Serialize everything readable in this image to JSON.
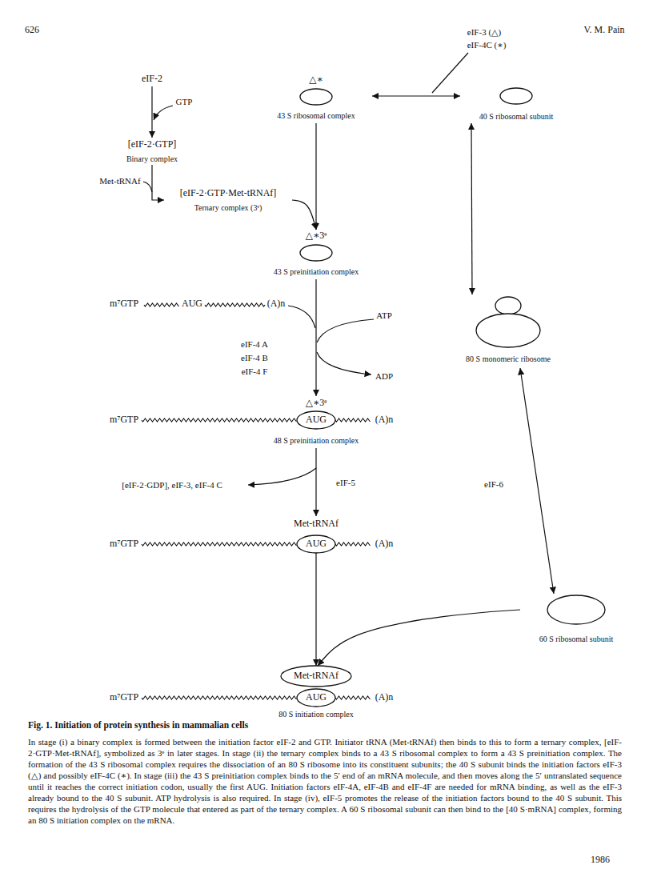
{
  "diagram": {
    "title": "Fig. 1. Initiation of protein synthesis in mammalian cells",
    "caption": "In stage (i) a binary complex is formed between the initiation factor eIF-2 and GTP. Initiator tRNA (Met-tRNAf) then binds to this to form a ternary complex, [eIF-2·GTP·Met-tRNAf], symbolized as 3ᵉ in later stages. In stage (ii) the ternary complex binds to a 43 S ribosomal complex to form a 43 S preinitiation complex. The formation of the 43 S ribosomal complex requires the dissociation of an 80 S ribosome into its constituent subunits; the 40 S subunit binds the initiation factors eIF-3 (△) and possibly eIF-4C (∗). In stage (iii) the 43 S preinitiation complex binds to the 5′ end of an mRNA molecule, and then moves along the 5′ untranslated sequence until it reaches the correct initiation codon, usually the first AUG. Initiation factors eIF-4A, eIF-4B and eIF-4F are needed for mRNA binding, as well as the eIF-3 already bound to the 40 S subunit. ATP hydrolysis is also required. In stage (iv), eIF-5 promotes the release of the initiation factors bound to the 40 S subunit. This requires the hydrolysis of the GTP molecule that entered as part of the ternary complex. A 60 S ribosomal subunit can then bind to the [40 S·mRNA] complex, forming an 80 S initiation complex on the mRNA.",
    "nodes": [
      {
        "text": [
          "eIF-2"
        ]
      },
      {
        "text": [
          "[eIF-2·GTP]",
          "Binary complex"
        ]
      },
      {
        "text": [
          "[eIF-2·GTP·Met-tRNAf]",
          "Ternary complex (3ᵉ)"
        ]
      },
      {
        "text": [
          "△∗",
          "43 S ribosomal complex"
        ]
      },
      {
        "text": [
          "40 S ribosomal subunit"
        ]
      },
      {
        "text": [
          "△∗3ᵉ",
          "43 S preinitiation complex"
        ]
      },
      {
        "text": [
          "△∗3ᵉ",
          "m⁷GTP",
          "AUG",
          "(A)n",
          "48 S preinitiation complex"
        ]
      },
      {
        "text": [
          "Met-tRNAf",
          "m⁷GTP",
          "AUG",
          "(A)n"
        ]
      },
      {
        "text": [
          "Met-tRNAf",
          "m⁷GTP",
          "AUG",
          "(A)n",
          "80 S initiation complex"
        ]
      },
      {
        "text": [
          "80 S monomeric ribosome"
        ]
      },
      {
        "text": [
          "60 S ribosomal subunit"
        ]
      }
    ],
    "edges": [
      {
        "from": 0,
        "to": 1,
        "arrow": "to"
      },
      {
        "from": 1,
        "to": 2,
        "arrow": "to"
      },
      {
        "from": 4,
        "to": 3,
        "arrow": "both"
      },
      {
        "from": 3,
        "to": 5,
        "arrow": "to"
      },
      {
        "from": 2,
        "to": 5,
        "arrow": "to"
      },
      {
        "from": 5,
        "to": 6,
        "arrow": "to"
      },
      {
        "from": 6,
        "to": 7,
        "label": "eIF-5",
        "arrow": "to"
      },
      {
        "from": 7,
        "to": 8,
        "arrow": "to"
      },
      {
        "from": 10,
        "to": 8,
        "arrow": "to"
      },
      {
        "from": 9,
        "to": 4,
        "arrow": "both"
      },
      {
        "from": 9,
        "to": 10,
        "label": "eIF-6",
        "arrow": "both"
      }
    ],
    "labels": [
      "626",
      "V. M. Pain",
      "GTP",
      "Met-tRNAf",
      "eIF-3 (△)",
      "eIF-4C (∗)",
      "m⁷GTP",
      "AUG",
      "(A)n",
      "ATP",
      "eIF-4 A",
      "eIF-4 B",
      "eIF-4 F",
      "ADP",
      "[eIF-2·GDP], eIF-3, eIF-4 C",
      "1986"
    ]
  }
}
